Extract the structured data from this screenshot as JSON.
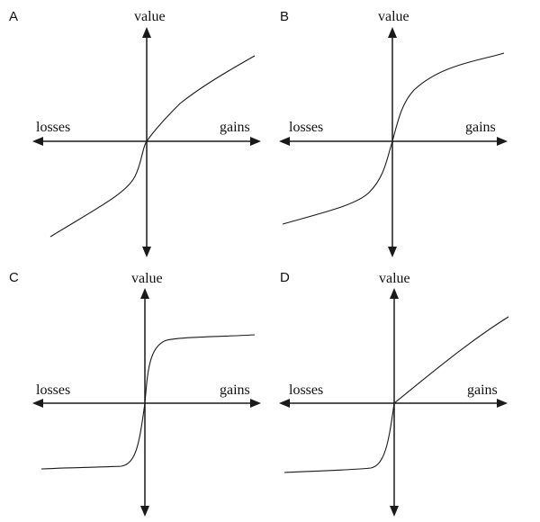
{
  "panels": [
    {
      "letter": "A",
      "y_label": "value",
      "x_left_label": "losses",
      "x_right_label": "gains"
    },
    {
      "letter": "B",
      "y_label": "value",
      "x_left_label": "losses",
      "x_right_label": "gains"
    },
    {
      "letter": "C",
      "y_label": "value",
      "x_left_label": "losses",
      "x_right_label": "gains"
    },
    {
      "letter": "D",
      "y_label": "value",
      "x_left_label": "losses",
      "x_right_label": "gains"
    }
  ],
  "colors": {
    "ink": "#1a1a1a",
    "background": "#ffffff"
  }
}
